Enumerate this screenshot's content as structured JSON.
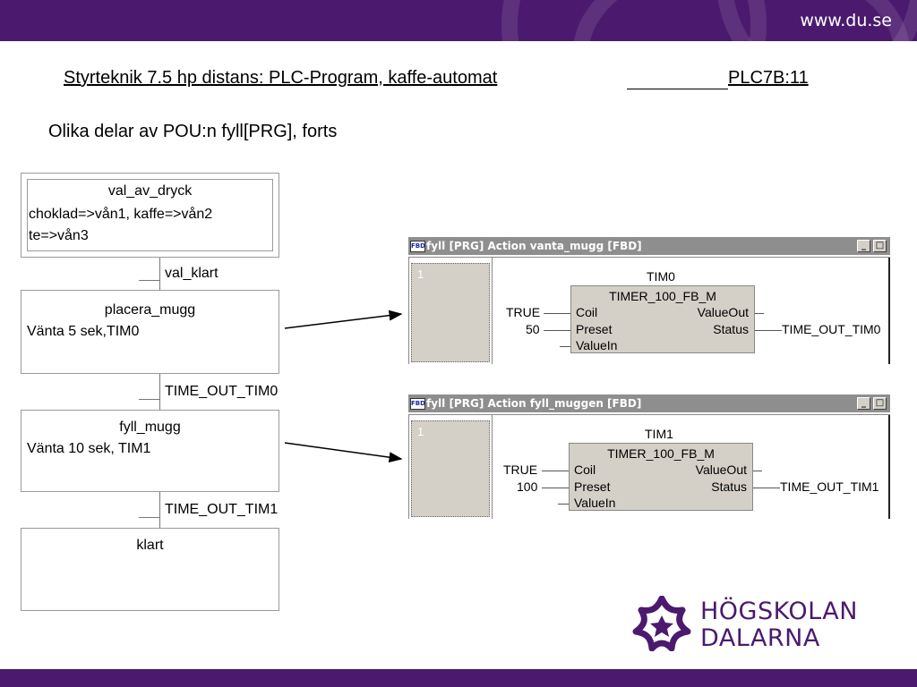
{
  "header": {
    "url": "www.du.se",
    "title": "Styrteknik 7.5 hp distans: PLC-Program, kaffe-automat",
    "code": "PLC7B:11"
  },
  "subtitle": "Olika delar av POU:n fyll[PRG], forts",
  "sfc": {
    "steps": [
      {
        "name": "val_av_dryck",
        "lines": [
          "choklad=>vån1, kaffe=>vån2",
          "te=>vån3"
        ]
      },
      {
        "name": "placera_mugg",
        "lines": [
          "Vänta 5 sek,TIM0"
        ]
      },
      {
        "name": "fyll_mugg",
        "lines": [
          "Vänta 10 sek, TIM1"
        ]
      },
      {
        "name": "klart",
        "lines": []
      }
    ],
    "transitions": [
      "val_klart",
      "TIME_OUT_TIM0",
      "TIME_OUT_TIM1"
    ]
  },
  "fbd_windows": [
    {
      "icon": "FBD",
      "title": "fyll [PRG] Action vanta_mugg [FBD]",
      "min": "_",
      "max": "□",
      "network": "1",
      "instance": "TIM0",
      "block_type": "TIMER_100_FB_M",
      "pins_in": [
        "Coil",
        "Preset",
        "ValueIn"
      ],
      "pins_out": [
        "ValueOut",
        "Status"
      ],
      "coil_value": "TRUE",
      "preset_value": "50",
      "status_output": "TIME_OUT_TIM0"
    },
    {
      "icon": "FBD",
      "title": "fyll [PRG] Action fyll_muggen [FBD]",
      "min": "_",
      "max": "□",
      "network": "1",
      "instance": "TIM1",
      "block_type": "TIMER_100_FB_M",
      "pins_in": [
        "Coil",
        "Preset",
        "ValueIn"
      ],
      "pins_out": [
        "ValueOut",
        "Status"
      ],
      "coil_value": "TRUE",
      "preset_value": "100",
      "status_output": "TIME_OUT_TIM1"
    }
  ],
  "logo": {
    "line1": "HÖGSKOLAN",
    "line2": "DALARNA",
    "icon": "star-flower-icon"
  },
  "colors": {
    "brand_purple": "#4b1a6e",
    "block_gray": "#d4d0c8",
    "titlebar_gray": "#8e8e8e"
  }
}
